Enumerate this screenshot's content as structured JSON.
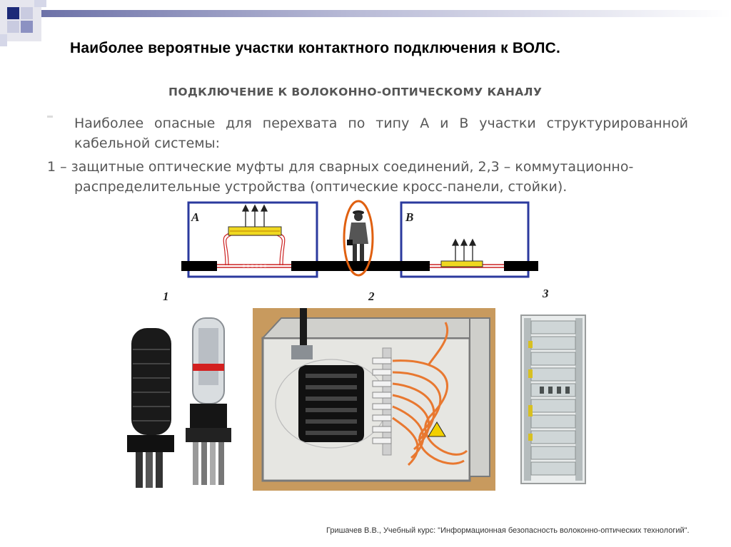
{
  "slide": {
    "title": "Наиболее вероятные участки контактного подключения к ВОЛС.",
    "subtitle": "ПОДКЛЮЧЕНИЕ К ВОЛОКОННО-ОПТИЧЕСКОМУ КАНАЛУ",
    "paragraph1": "Наиболее опасные для перехвата по типу А и В участки структурированной кабельной системы:",
    "paragraph2_line1": "1 – защитные оптические муфты для сварных соединений, 2,3 – коммутационно-",
    "paragraph2_line2": "распределительные устройства (оптические кросс-панели, стойки).",
    "footer": "Гришачев В.В., Учебный курс: \"Информационная безопасность волоконно-оптических технологий\"."
  },
  "diagram": {
    "label_a": "A",
    "label_b": "B",
    "number_1": "1",
    "number_2": "2",
    "number_3": "3"
  },
  "colors": {
    "box_border": "#2b3a9e",
    "cable": "#000000",
    "fiber": "#cc2222",
    "splice_fill": "#f0d820",
    "person_outline": "#e06010",
    "corner_deco": "#1c2a78"
  }
}
